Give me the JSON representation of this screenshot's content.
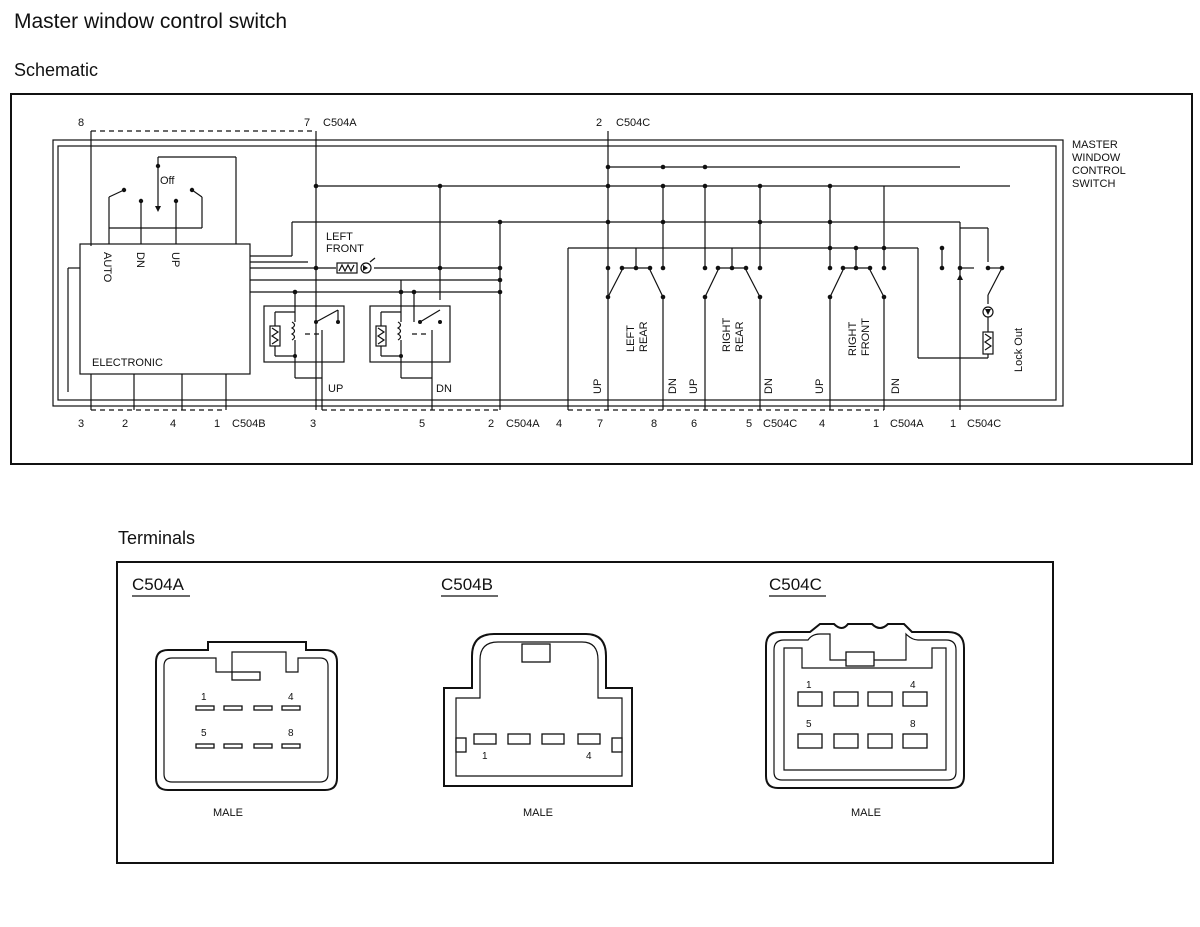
{
  "header": {
    "title": "Master window control switch",
    "schematic_label": "Schematic",
    "terminals_label": "Terminals"
  },
  "schematic": {
    "module_label": [
      "MASTER",
      "WINDOW",
      "CONTROL",
      "SWITCH"
    ],
    "electronic_label": "ELECTRONIC",
    "switch_positions": {
      "off": "Off",
      "auto": "AUTO",
      "dn": "DN",
      "up": "UP"
    },
    "left_front": [
      "LEFT",
      "FRONT"
    ],
    "left_rear": [
      "LEFT",
      "REAR"
    ],
    "right_rear": [
      "RIGHT",
      "REAR"
    ],
    "right_front": [
      "RIGHT",
      "FRONT"
    ],
    "lock_out": "Lock Out",
    "relay_labels": {
      "up": "UP",
      "dn": "DN"
    },
    "top_pins": [
      {
        "num": "8",
        "connector": ""
      },
      {
        "num": "7",
        "connector": "C504A"
      },
      {
        "num": "2",
        "connector": "C504C"
      }
    ],
    "bottom_pins": [
      {
        "num": "3"
      },
      {
        "num": "2"
      },
      {
        "num": "4"
      },
      {
        "num": "1"
      },
      {
        "num": "C504B"
      },
      {
        "num": "3"
      },
      {
        "num": "5"
      },
      {
        "num": "2"
      },
      {
        "num": "C504A"
      },
      {
        "num": "4"
      },
      {
        "num": "7"
      },
      {
        "num": "8"
      },
      {
        "num": "6"
      },
      {
        "num": "5"
      },
      {
        "num": "C504C"
      },
      {
        "num": "4"
      },
      {
        "num": "1"
      },
      {
        "num": "C504A"
      },
      {
        "num": "1"
      },
      {
        "num": "C504C"
      }
    ]
  },
  "terminals": {
    "c504a": {
      "name": "C504A",
      "pins": [
        "1",
        "4",
        "5",
        "8"
      ],
      "gender": "MALE"
    },
    "c504b": {
      "name": "C504B",
      "pins": [
        "1",
        "4"
      ],
      "gender": "MALE"
    },
    "c504c": {
      "name": "C504C",
      "pins": [
        "1",
        "4",
        "5",
        "8"
      ],
      "gender": "MALE"
    }
  }
}
